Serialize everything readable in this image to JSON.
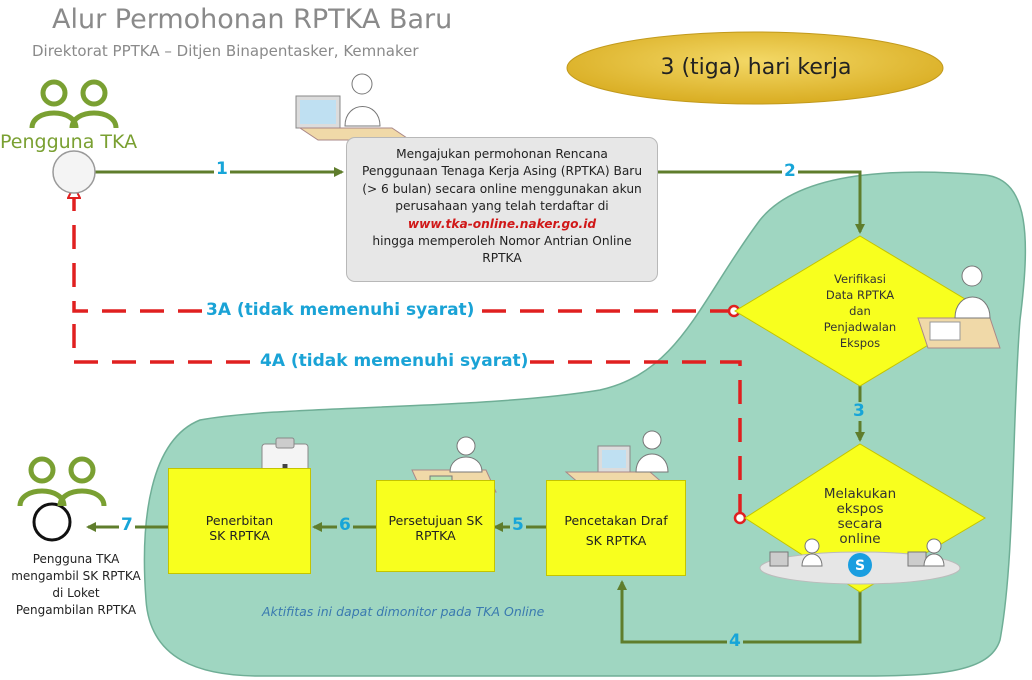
{
  "header": {
    "title": "Alur Permohonan RPTKA Baru",
    "subtitle": "Direktorat PPTKA – Ditjen Binapentasker, Kemnaker",
    "duration_badge": "3 (tiga) hari kerja"
  },
  "actors": {
    "user_top": "Pengguna TKA",
    "user_bottom_lines": [
      "Pengguna TKA",
      "mengambil SK RPTKA",
      "di Loket",
      "Pengambilan RPTKA"
    ]
  },
  "steps": {
    "submit_lines": [
      "Mengajukan permohonan Rencana",
      "Penggunaan Tenaga Kerja Asing (RPTKA) Baru",
      "(> 6 bulan) secara online menggunakan akun",
      "perusahaan yang telah terdaftar di"
    ],
    "submit_url": "www.tka-online.naker.go.id",
    "submit_tail_lines": [
      "hingga memperoleh Nomor Antrian Online",
      "RPTKA"
    ],
    "verify_lines": [
      "Verifikasi",
      "Data RPTKA",
      "dan",
      "Penjadwalan",
      "Ekspos"
    ],
    "ekspos_lines": [
      "Melakukan",
      "ekspos",
      "secara",
      "online"
    ],
    "print_lines": [
      "Pencetakan Draf",
      "SK RPTKA"
    ],
    "approve_lines": [
      "Persetujuan SK",
      "RPTKA"
    ],
    "issue_lines": [
      "Penerbitan",
      "SK RPTKA"
    ]
  },
  "arrows": {
    "n1": "1",
    "n2": "2",
    "n3": "3",
    "n4": "4",
    "n5": "5",
    "n6": "6",
    "n7": "7",
    "reject_3a": "3A (tidak memenuhi syarat)",
    "reject_4a": "4A (tidak memenuhi syarat)"
  },
  "note": "Aktifitas ini dapat dimonitor pada TKA Online",
  "colors": {
    "green_line": "#5f7d2c",
    "region_fill": "#9fd6c1",
    "yellow": "#f8ff1e",
    "red_dash": "#e02020",
    "label_blue": "#17a5d8",
    "badge": "#e9c53a"
  }
}
